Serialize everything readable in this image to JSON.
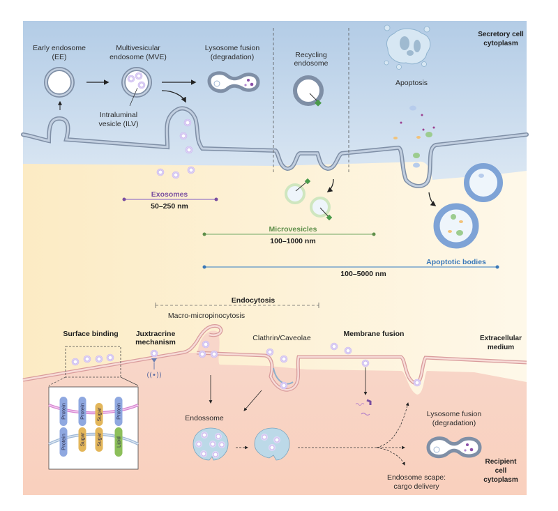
{
  "title": "Extracellular vesicle biogenesis and uptake",
  "regions": {
    "secretory": {
      "line1": "Secretory cell",
      "line2": "cytoplasm"
    },
    "extracellular": {
      "line1": "Extracellular",
      "line2": "medium"
    },
    "recipient": {
      "line1": "Recipient",
      "line2": "cell",
      "line3": "cytoplasm"
    }
  },
  "biogenesis": {
    "early_endosome": {
      "line1": "Early endosome",
      "line2": "(EE)"
    },
    "mve": {
      "line1": "Multivesicular",
      "line2": "endosome (MVE)"
    },
    "lysosome": {
      "line1": "Lysosome fusion",
      "line2": "(degradation)"
    },
    "ilv": {
      "line1": "Intraluminal",
      "line2": "vesicle (ILV)"
    },
    "recycling": {
      "line1": "Recycling",
      "line2": "endosome"
    },
    "apoptosis": "Apoptosis"
  },
  "vesicle_types": [
    {
      "name": "Exosomes",
      "range": "50–250 nm",
      "color": "#7a4fa0"
    },
    {
      "name": "Microvesicles",
      "range": "100–1000 nm",
      "color": "#5f8f4a"
    },
    {
      "name": "Apoptotic bodies",
      "range": "100–5000 nm",
      "color": "#3a78b8"
    }
  ],
  "uptake": {
    "endocytosis": "Endocytosis",
    "macro": "Macro-micropinocytosis",
    "surface_binding": "Surface binding",
    "juxtacrine": {
      "line1": "Juxtracrine",
      "line2": "mechanism"
    },
    "clathrin": "Clathrin/Caveolae",
    "membrane_fusion": "Membrane fusion",
    "endosome": "Endossome",
    "lysosome": {
      "line1": "Lysosome fusion",
      "line2": "(degradation)"
    },
    "escape": {
      "line1": "Endosome scape:",
      "line2": "cargo delivery"
    }
  },
  "inset": {
    "top_row": [
      "Protein",
      "Protein",
      "Sugar",
      "Protein"
    ],
    "bottom_row": [
      "Protein",
      "Sugar",
      "Sugar",
      "Lipid"
    ]
  },
  "colors": {
    "secretory_bg": "#b9d0e8",
    "extracellular_bg": "#fdf3d8",
    "recipient_bg": "#f9d4c3",
    "secretory_membrane": "#8a9bb0",
    "recipient_membrane": "#e0a6a6",
    "protein": "#8fa8e0",
    "sugar": "#e3b65a",
    "lipid": "#8cbf5a"
  }
}
